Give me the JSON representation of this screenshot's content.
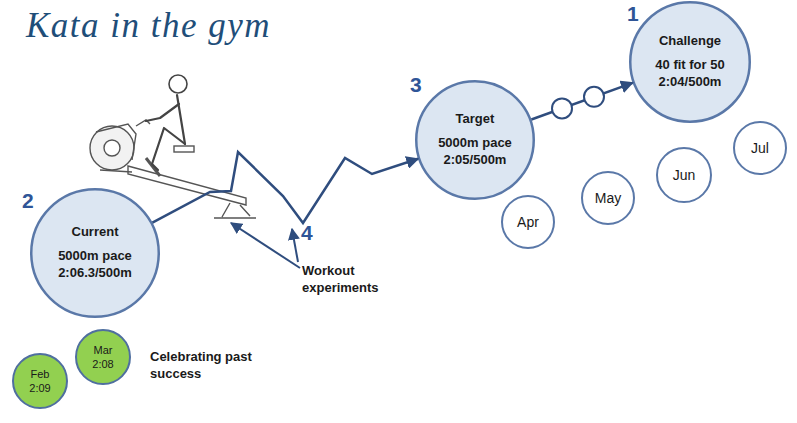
{
  "diagram": {
    "title": "Kata in the gym",
    "nodes": [
      {
        "text": [
          "Current",
          "5000m pace 2:06.3/500m"
        ]
      },
      {
        "text": [
          "Target",
          "5000m pace 2:05/500m"
        ]
      },
      {
        "text": [
          "Challenge",
          "40 fit for 50 2:04/500m"
        ]
      },
      {
        "text": [
          "Apr"
        ]
      },
      {
        "text": [
          "May"
        ]
      },
      {
        "text": [
          "Jun"
        ]
      },
      {
        "text": [
          "Jul"
        ]
      },
      {
        "text": [
          "Feb 2:09"
        ]
      },
      {
        "text": [
          "Mar 2:08"
        ]
      }
    ],
    "edges": [
      {
        "from": 0,
        "to": 1,
        "arrow": "to"
      },
      {
        "from": 1,
        "to": 2,
        "arrow": "to"
      }
    ],
    "labels": [
      "1",
      "2",
      "3",
      "4",
      "Workout experiments",
      "Celebrating past success"
    ]
  }
}
